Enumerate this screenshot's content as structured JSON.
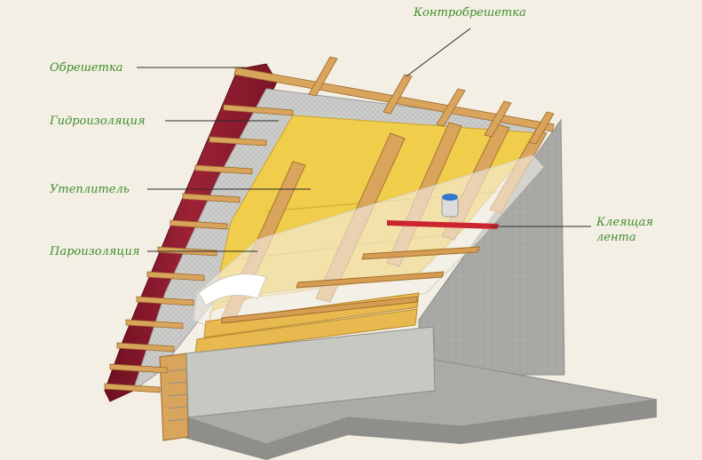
{
  "labels": {
    "counter_batten": "Контробрешетка",
    "battens": "Обрешетка",
    "waterproofing": "Гидроизоляция",
    "insulation": "Утеплитель",
    "vapor_barrier": "Пароизоляция",
    "adhesive_tape_line1": "Клеящая",
    "adhesive_tape_line2": "лента"
  },
  "colors": {
    "background": "#f3efe4",
    "label_text": "#3f8d2c",
    "roof_tile": "#8b1a2c",
    "timber": "#d9a45c",
    "insulation": "#f0cd4a",
    "membrane": "#cfcfcf",
    "concrete": "#a9a9a5",
    "tape": "#cc2530"
  }
}
